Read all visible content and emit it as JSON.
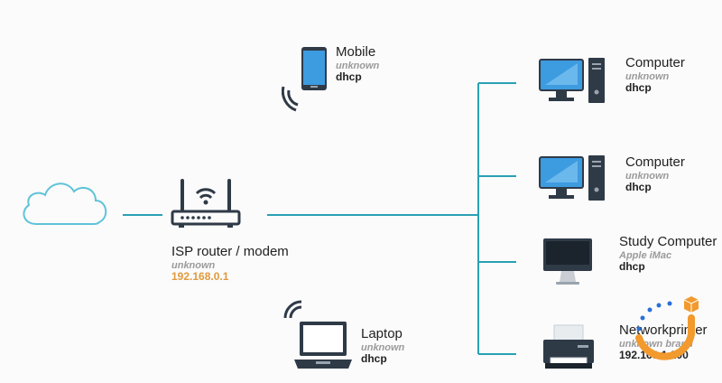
{
  "colors": {
    "link": "#2aa0b3",
    "cloud": "#5fc3d9",
    "device_dark": "#2f3a47",
    "screen": "#3d9be0",
    "router_ip": "#e19a3c",
    "spinner": "#f29a2e",
    "spinner_dots": "#2a6fd6"
  },
  "icons": {
    "internet": "cloud-icon",
    "router": "router-icon",
    "mobile": "mobile-phone-icon",
    "laptop": "laptop-icon",
    "computer": "desktop-computer-icon",
    "imac": "imac-icon",
    "printer": "printer-icon",
    "loader": "loading-spinner-icon"
  },
  "nodes": {
    "router": {
      "name": "ISP router / modem",
      "vendor": "unknown",
      "ip": "192.168.0.1"
    },
    "mobile": {
      "name": "Mobile",
      "vendor": "unknown",
      "ip": "dhcp"
    },
    "laptop": {
      "name": "Laptop",
      "vendor": "unknown",
      "ip": "dhcp"
    },
    "computer1": {
      "name": "Computer",
      "vendor": "unknown",
      "ip": "dhcp"
    },
    "computer2": {
      "name": "Computer",
      "vendor": "unknown",
      "ip": "dhcp"
    },
    "study": {
      "name": "Study Computer",
      "vendor": "Apple iMac",
      "ip": "dhcp"
    },
    "printer": {
      "name": "Networkprinter",
      "vendor": "unknown brand",
      "ip": "192.168.1.200"
    }
  }
}
